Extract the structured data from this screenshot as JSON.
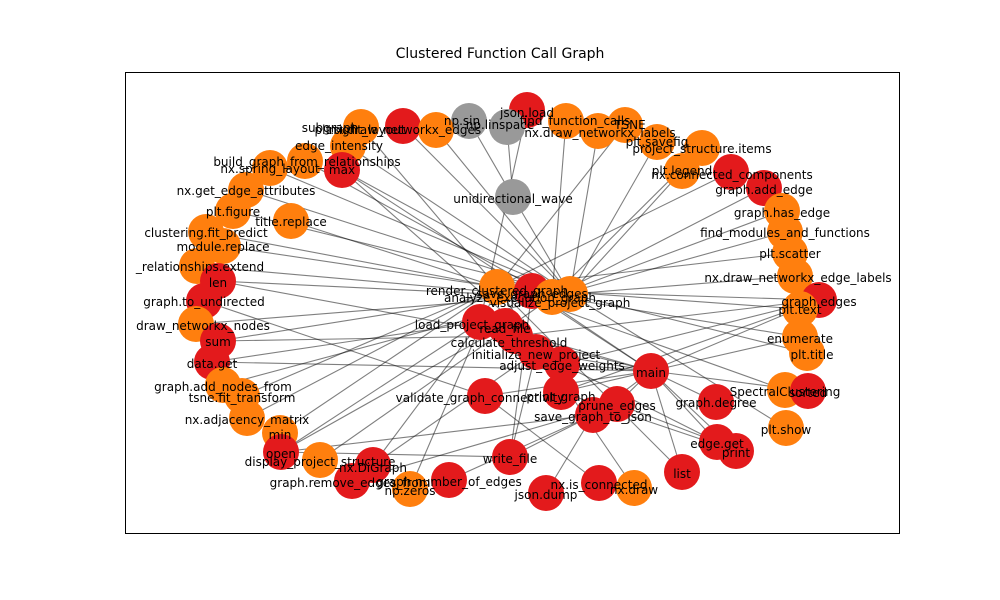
{
  "title": "Clustered Function Call Graph",
  "colors": {
    "orange": "#ff7f0e",
    "red": "#e31a1c",
    "gray": "#999999",
    "edge": "#000000"
  },
  "nodes": [
    {
      "id": "json.load",
      "c": "red"
    },
    {
      "id": "np.sin",
      "c": "gray"
    },
    {
      "id": "find_function_calls",
      "c": "orange"
    },
    {
      "id": "np.linspace",
      "c": "gray"
    },
    {
      "id": "subgraph",
      "c": "orange"
    },
    {
      "id": "nx.draw_networkx_edges",
      "c": "red"
    },
    {
      "id": "plt.tight_layout",
      "c": "orange"
    },
    {
      "id": "TSNE",
      "c": "orange"
    },
    {
      "id": "nx.draw_networkx_labels",
      "c": "orange"
    },
    {
      "id": "plt.savefig",
      "c": "orange"
    },
    {
      "id": "project_structure.items",
      "c": "orange"
    },
    {
      "id": "edge_intensity",
      "c": "orange"
    },
    {
      "id": "build_graph_from_relationships",
      "c": "orange"
    },
    {
      "id": "nx.spring_layout",
      "c": "orange"
    },
    {
      "id": "max",
      "c": "red"
    },
    {
      "id": "plt.legend",
      "c": "orange"
    },
    {
      "id": "nx.connected_components",
      "c": "red"
    },
    {
      "id": "graph.add_edge",
      "c": "red"
    },
    {
      "id": "nx.get_edge_attributes",
      "c": "orange"
    },
    {
      "id": "unidirectional_wave",
      "c": "gray"
    },
    {
      "id": "plt.figure",
      "c": "orange"
    },
    {
      "id": "title.replace",
      "c": "orange"
    },
    {
      "id": "graph.has_edge",
      "c": "orange"
    },
    {
      "id": "clustering.fit_predict",
      "c": "orange"
    },
    {
      "id": "find_modules_and_functions",
      "c": "orange"
    },
    {
      "id": "module.replace",
      "c": "orange"
    },
    {
      "id": "_relationships.extend",
      "c": "orange"
    },
    {
      "id": "plt.scatter",
      "c": "orange"
    },
    {
      "id": "len",
      "c": "red"
    },
    {
      "id": "nx.draw_networkx_edge_labels",
      "c": "orange"
    },
    {
      "id": "render_clustered_graph",
      "c": "orange"
    },
    {
      "id": "save_graph_edges",
      "c": "red"
    },
    {
      "id": "analyze_execution_graph",
      "c": "orange"
    },
    {
      "id": "visualize_project_graph",
      "c": "orange"
    },
    {
      "id": "graph.to_undirected",
      "c": "red"
    },
    {
      "id": "graph.edges",
      "c": "red"
    },
    {
      "id": "plt.text",
      "c": "orange"
    },
    {
      "id": "draw_networkx_nodes",
      "c": "orange"
    },
    {
      "id": "load_project_graph",
      "c": "red"
    },
    {
      "id": "read_file",
      "c": "red"
    },
    {
      "id": "sum",
      "c": "red"
    },
    {
      "id": "calculate_threshold",
      "c": "red"
    },
    {
      "id": "enumerate",
      "c": "orange"
    },
    {
      "id": "plt.title",
      "c": "orange"
    },
    {
      "id": "initialize_new_project",
      "c": "red"
    },
    {
      "id": "data.get",
      "c": "red"
    },
    {
      "id": "adjust_edge_weights",
      "c": "red"
    },
    {
      "id": "main",
      "c": "red"
    },
    {
      "id": "graph.add_nodes_from",
      "c": "orange"
    },
    {
      "id": "SpectralClustering",
      "c": "orange"
    },
    {
      "id": "sorted",
      "c": "red"
    },
    {
      "id": "tsne.fit_transform",
      "c": "orange"
    },
    {
      "id": "validate_graph_connectivity",
      "c": "red"
    },
    {
      "id": "print_graph",
      "c": "red"
    },
    {
      "id": "graph.degree",
      "c": "red"
    },
    {
      "id": "prune_edges",
      "c": "red"
    },
    {
      "id": "save_graph_to_json",
      "c": "red"
    },
    {
      "id": "nx.adjacency_matrix",
      "c": "orange"
    },
    {
      "id": "plt.show",
      "c": "orange"
    },
    {
      "id": "min",
      "c": "orange"
    },
    {
      "id": "edge.get",
      "c": "red"
    },
    {
      "id": "print",
      "c": "red"
    },
    {
      "id": "open",
      "c": "red"
    },
    {
      "id": "display_project_structure",
      "c": "orange"
    },
    {
      "id": "write_file",
      "c": "red"
    },
    {
      "id": "nx.DiGraph",
      "c": "red"
    },
    {
      "id": "list",
      "c": "red"
    },
    {
      "id": "graph.remove_edges_from",
      "c": "red"
    },
    {
      "id": "graph.number_of_edges",
      "c": "red"
    },
    {
      "id": "nx.is_connected",
      "c": "red"
    },
    {
      "id": "np.zeros",
      "c": "orange"
    },
    {
      "id": "nx.draw",
      "c": "orange"
    },
    {
      "id": "json.dump",
      "c": "red"
    }
  ],
  "edges": [
    [
      "visualize_project_graph",
      "nx.spring_layout"
    ],
    [
      "visualize_project_graph",
      "plt.figure"
    ],
    [
      "visualize_project_graph",
      "draw_networkx_nodes"
    ],
    [
      "visualize_project_graph",
      "nx.draw_networkx_edges"
    ],
    [
      "visualize_project_graph",
      "nx.draw_networkx_labels"
    ],
    [
      "visualize_project_graph",
      "plt.title"
    ],
    [
      "visualize_project_graph",
      "plt.show"
    ],
    [
      "visualize_project_graph",
      "edge_intensity"
    ],
    [
      "visualize_project_graph",
      "nx.get_edge_attributes"
    ],
    [
      "visualize_project_graph",
      "nx.draw_networkx_edge_labels"
    ],
    [
      "visualize_project_graph",
      "plt.legend"
    ],
    [
      "visualize_project_graph",
      "plt.tight_layout"
    ],
    [
      "visualize_project_graph",
      "plt.savefig"
    ],
    [
      "visualize_project_graph",
      "unidirectional_wave"
    ],
    [
      "unidirectional_wave",
      "np.linspace"
    ],
    [
      "unidirectional_wave",
      "np.sin"
    ],
    [
      "render_clustered_graph",
      "SpectralClustering"
    ],
    [
      "render_clustered_graph",
      "clustering.fit_predict"
    ],
    [
      "render_clustered_graph",
      "TSNE"
    ],
    [
      "render_clustered_graph",
      "tsne.fit_transform"
    ],
    [
      "render_clustered_graph",
      "nx.adjacency_matrix"
    ],
    [
      "render_clustered_graph",
      "plt.scatter"
    ],
    [
      "render_clustered_graph",
      "plt.text"
    ],
    [
      "render_clustered_graph",
      "enumerate"
    ],
    [
      "render_clustered_graph",
      "title.replace"
    ],
    [
      "render_clustered_graph",
      "module.replace"
    ],
    [
      "render_clustered_graph",
      "subgraph"
    ],
    [
      "render_clustered_graph",
      "nx.connected_components"
    ],
    [
      "render_clustered_graph",
      "nx.draw"
    ],
    [
      "render_clustered_graph",
      "np.zeros"
    ],
    [
      "render_clustered_graph",
      "min"
    ],
    [
      "analyze_execution_graph",
      "build_graph_from_relationships"
    ],
    [
      "analyze_execution_graph",
      "find_modules_and_functions"
    ],
    [
      "analyze_execution_graph",
      "find_function_calls"
    ],
    [
      "analyze_execution_graph",
      "_relationships.extend"
    ],
    [
      "analyze_execution_graph",
      "graph.add_nodes_from"
    ],
    [
      "analyze_execution_graph",
      "display_project_structure"
    ],
    [
      "analyze_execution_graph",
      "project_structure.items"
    ],
    [
      "analyze_execution_graph",
      "graph.has_edge"
    ],
    [
      "analyze_execution_graph",
      "graph.add_edge"
    ],
    [
      "main",
      "initialize_new_project"
    ],
    [
      "main",
      "load_project_graph"
    ],
    [
      "main",
      "adjust_edge_weights"
    ],
    [
      "main",
      "calculate_threshold"
    ],
    [
      "main",
      "prune_edges"
    ],
    [
      "main",
      "validate_graph_connectivity"
    ],
    [
      "main",
      "save_graph_to_json"
    ],
    [
      "main",
      "print_graph"
    ],
    [
      "main",
      "save_graph_edges"
    ],
    [
      "main",
      "print"
    ],
    [
      "main",
      "graph.degree"
    ],
    [
      "main",
      "list"
    ],
    [
      "main",
      "sorted"
    ],
    [
      "main",
      "max"
    ],
    [
      "main",
      "edge.get"
    ],
    [
      "main",
      "graph.edges"
    ],
    [
      "load_project_graph",
      "read_file"
    ],
    [
      "load_project_graph",
      "json.load"
    ],
    [
      "load_project_graph",
      "nx.DiGraph"
    ],
    [
      "load_project_graph",
      "data.get"
    ],
    [
      "load_project_graph",
      "open"
    ],
    [
      "calculate_threshold",
      "sum"
    ],
    [
      "calculate_threshold",
      "len"
    ],
    [
      "calculate_threshold",
      "graph.edges"
    ],
    [
      "prune_edges",
      "graph.remove_edges_from"
    ],
    [
      "prune_edges",
      "graph.number_of_edges"
    ],
    [
      "prune_edges",
      "edge.get"
    ],
    [
      "validate_graph_connectivity",
      "nx.is_connected"
    ],
    [
      "validate_graph_connectivity",
      "graph.to_undirected"
    ],
    [
      "save_graph_to_json",
      "json.dump"
    ],
    [
      "save_graph_to_json",
      "write_file"
    ],
    [
      "save_graph_to_json",
      "open"
    ],
    [
      "adjust_edge_weights",
      "graph.edges"
    ],
    [
      "adjust_edge_weights",
      "edge.get"
    ],
    [
      "adjust_edge_weights",
      "max"
    ],
    [
      "print_graph",
      "print"
    ],
    [
      "print_graph",
      "graph.edges"
    ],
    [
      "save_graph_edges",
      "write_file"
    ],
    [
      "save_graph_edges",
      "graph.edges"
    ],
    [
      "initialize_new_project",
      "nx.DiGraph"
    ],
    [
      "initialize_new_project",
      "write_file"
    ],
    [
      "read_file",
      "open"
    ],
    [
      "write_file",
      "open"
    ],
    [
      "save_graph_edges",
      "sum"
    ],
    [
      "analyze_execution_graph",
      "len"
    ],
    [
      "render_clustered_graph",
      "list"
    ],
    [
      "visualize_project_graph",
      "max"
    ],
    [
      "main",
      "enumerate"
    ],
    [
      "main",
      "data.get"
    ]
  ]
}
